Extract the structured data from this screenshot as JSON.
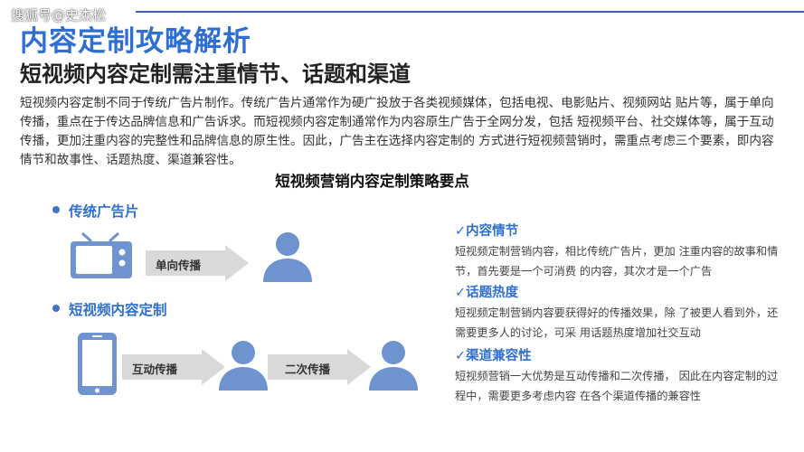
{
  "watermark": "搜狐号@史杰松",
  "title": "内容定制攻略解析",
  "subtitle": "短视频内容定制需注重情节、话题和渠道",
  "paragraph": "短视频内容定制不同于传统广告片制作。传统广告片通常作为硬广投放于各类视频媒体，包括电视、电影贴片、视频网站 贴片等，属于单向传播，重点在于传达品牌信息和广告诉求。而短视频内容定制通常作为内容原生广告于全网分发，包括 短视频平台、社交媒体等，属于互动传播，更加注重内容的完整性和品牌信息的原生性。因此，广告主在选择内容定制的 方式进行短视频营销时，需重点考虑三个要素，即内容情节和故事性、话题热度、渠道兼容性。",
  "section_title": "短视频营销内容定制策略要点",
  "left": {
    "traditional": {
      "label": "传统广告片",
      "arrow": "单向传播"
    },
    "custom": {
      "label": "短视频内容定制",
      "arrow1": "互动传播",
      "arrow2": "二次传播"
    }
  },
  "right": [
    {
      "title": "内容情节",
      "text": "短视频定制营销内容，相比传统广告片，更加 注重内容的故事和情节，首先要是一个可消费 的内容，其次才是一个广告"
    },
    {
      "title": "话题热度",
      "text": "短视频定制营销内容要获得好的传播效果，除 了被更人看到外，还需要更多人的讨论，可采 用话题热度增加社交互动"
    },
    {
      "title": "渠道兼容性",
      "text": "短视频营销一大优势是互动传播和二次传播， 因此在内容定制的过程中，需要更多考虑内容 在各个渠道传播的兼容性"
    }
  ],
  "check_glyph": "✓",
  "colors": {
    "accent": "#2f6fd1",
    "icon_blue": "#6e93cf",
    "arrow_gray": "#d9d9d9"
  }
}
